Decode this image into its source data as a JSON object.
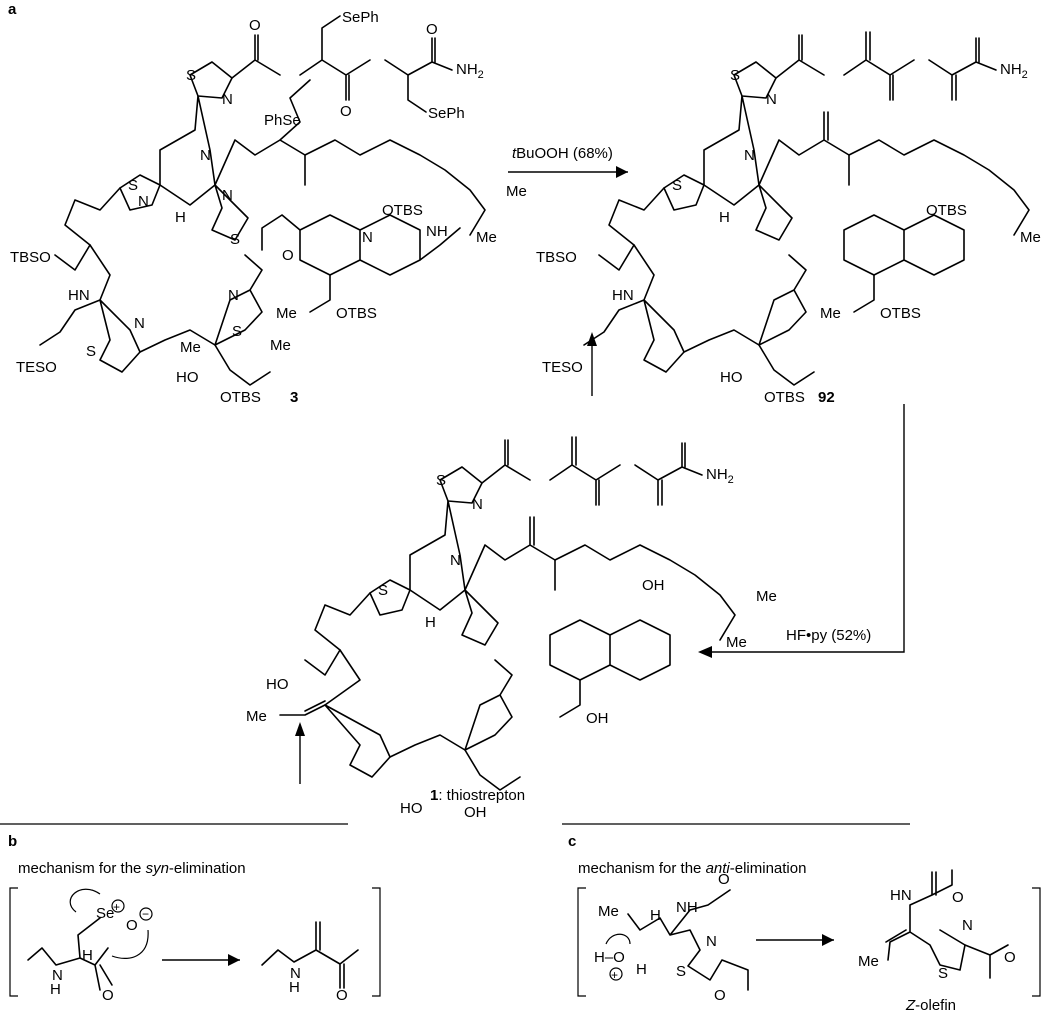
{
  "panels": {
    "a": "a",
    "b": "b",
    "c": "c"
  },
  "compounds": {
    "c3": "3",
    "c92": "92",
    "c1_num": "1",
    "c1_name": ": thiostrepton"
  },
  "reactions": {
    "step1_reagent": "tBuOOH (68%)",
    "step1_reagent_prefix": "t",
    "step1_reagent_rest": "BuOOH (68%)",
    "step2_reagent": "HF•py (52%)"
  },
  "mechanisms": {
    "b_title_pre": "mechanism for the ",
    "b_title_em": "syn",
    "b_title_post": "-elimination",
    "c_title_pre": "mechanism for the ",
    "c_title_em": "anti",
    "c_title_post": "-elimination",
    "z_olefin_em": "Z",
    "z_olefin_rest": "-olefin"
  },
  "atoms": {
    "sephTop": "SePh",
    "sephBot": "SePh",
    "phse": "PhSe",
    "nh2": "NH2",
    "otbs": "OTBS",
    "tbso": "TBSO",
    "teso": "TESO",
    "ho": "HO",
    "oh": "OH",
    "me": "Me",
    "n": "N",
    "s": "S",
    "o": "O",
    "h": "H",
    "nh": "NH",
    "hn": "HN",
    "se": "Se"
  }
}
